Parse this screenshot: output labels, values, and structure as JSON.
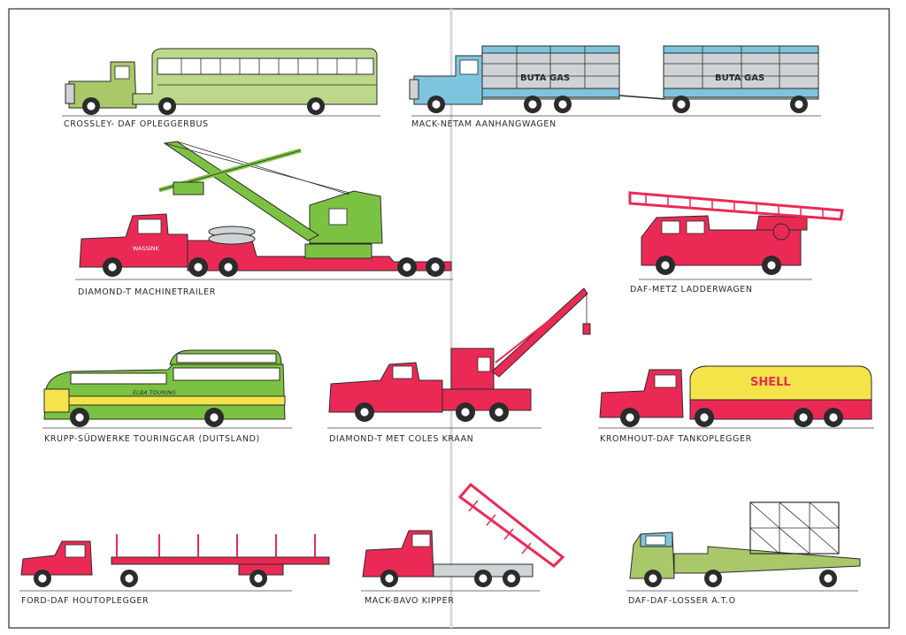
{
  "colors": {
    "green": "#a8c86a",
    "light_green": "#bcd98a",
    "bright_green": "#7cc242",
    "blue": "#7fc4de",
    "red": "#ea2a55",
    "yellow": "#f5e34a",
    "grey": "#cfd3d6",
    "dark": "#2b2b2b"
  },
  "vehicles": [
    {
      "id": "crossley",
      "caption": "CROSSLEY- DAF OPLEGGERBUS"
    },
    {
      "id": "mack-netam",
      "caption": "MACK-NETAM AANHANGWAGEN",
      "trailer_text": [
        "BUTA GAS",
        "BUTA GAS"
      ]
    },
    {
      "id": "diamond-machine",
      "caption": "DIAMOND-T MACHINETRAILER",
      "cab_text": "WASSINK"
    },
    {
      "id": "daf-metz",
      "caption": "DAF-METZ LADDERWAGEN"
    },
    {
      "id": "krupp",
      "caption": "KRUPP-SÜDWERKE TOURINGCAR (DUITSLAND)",
      "side_text": "ELBA TOURING"
    },
    {
      "id": "diamond-coles",
      "caption": "DIAMOND-T MET COLES KRAAN"
    },
    {
      "id": "kromhout",
      "caption": "KROMHOUT-DAF TANKOPLEGGER",
      "tank_text": "SHELL"
    },
    {
      "id": "ford-daf",
      "caption": "FORD-DAF HOUTOPLEGGER"
    },
    {
      "id": "mack-bavo",
      "caption": "MACK-BAVO KIPPER"
    },
    {
      "id": "daf-losser",
      "caption": "DAF-DAF-LOSSER A.T.O"
    }
  ]
}
